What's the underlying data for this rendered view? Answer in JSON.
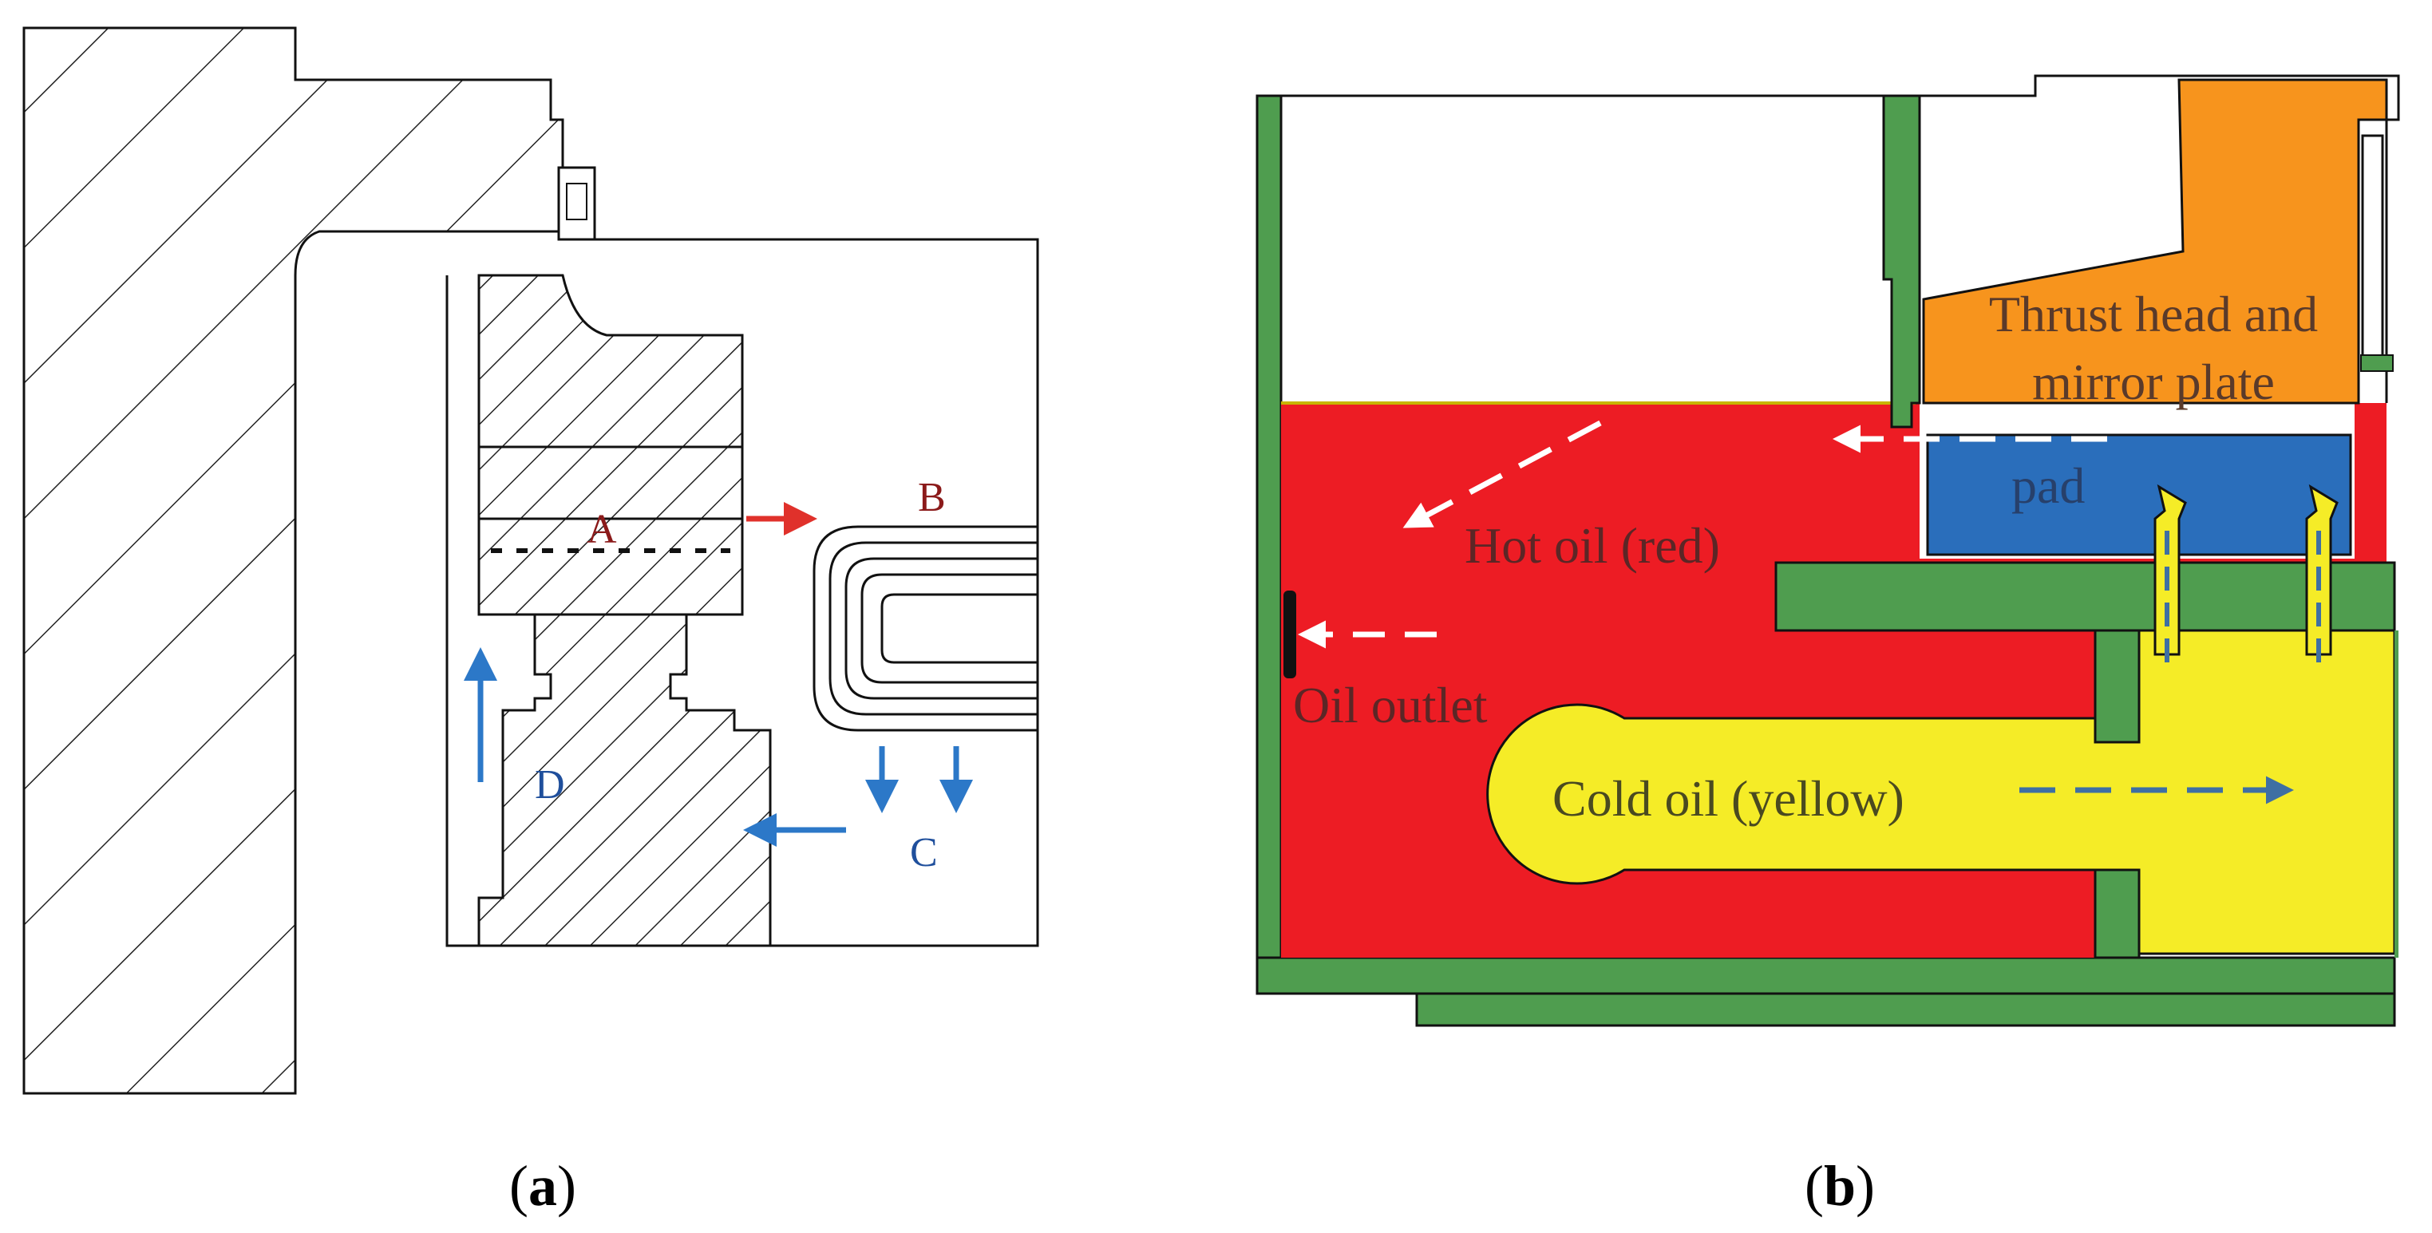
{
  "panel_a": {
    "caption_open": "(",
    "caption_letter": "a",
    "caption_close": ")",
    "labels": {
      "A": "A",
      "B": "B",
      "C": "C",
      "D": "D"
    }
  },
  "panel_b": {
    "caption_open": "(",
    "caption_letter": "b",
    "caption_close": ")",
    "labels": {
      "thrust_line1": "Thrust head and",
      "thrust_line2": "mirror plate",
      "pad": "pad",
      "hot_oil": "Hot oil (red)",
      "oil_outlet": "Oil outlet",
      "cold_oil": "Cold oil (yellow)"
    }
  },
  "colors": {
    "hot_oil": "#ed1c24",
    "cold_oil": "#f5ec27",
    "frame": "#4f9d4f",
    "pad": "#2a6ebb",
    "thrust_head": "#f7941d",
    "flow_red": "#e0312b",
    "flow_blue": "#2c78c8",
    "cold_flow": "#3e6fa3"
  }
}
